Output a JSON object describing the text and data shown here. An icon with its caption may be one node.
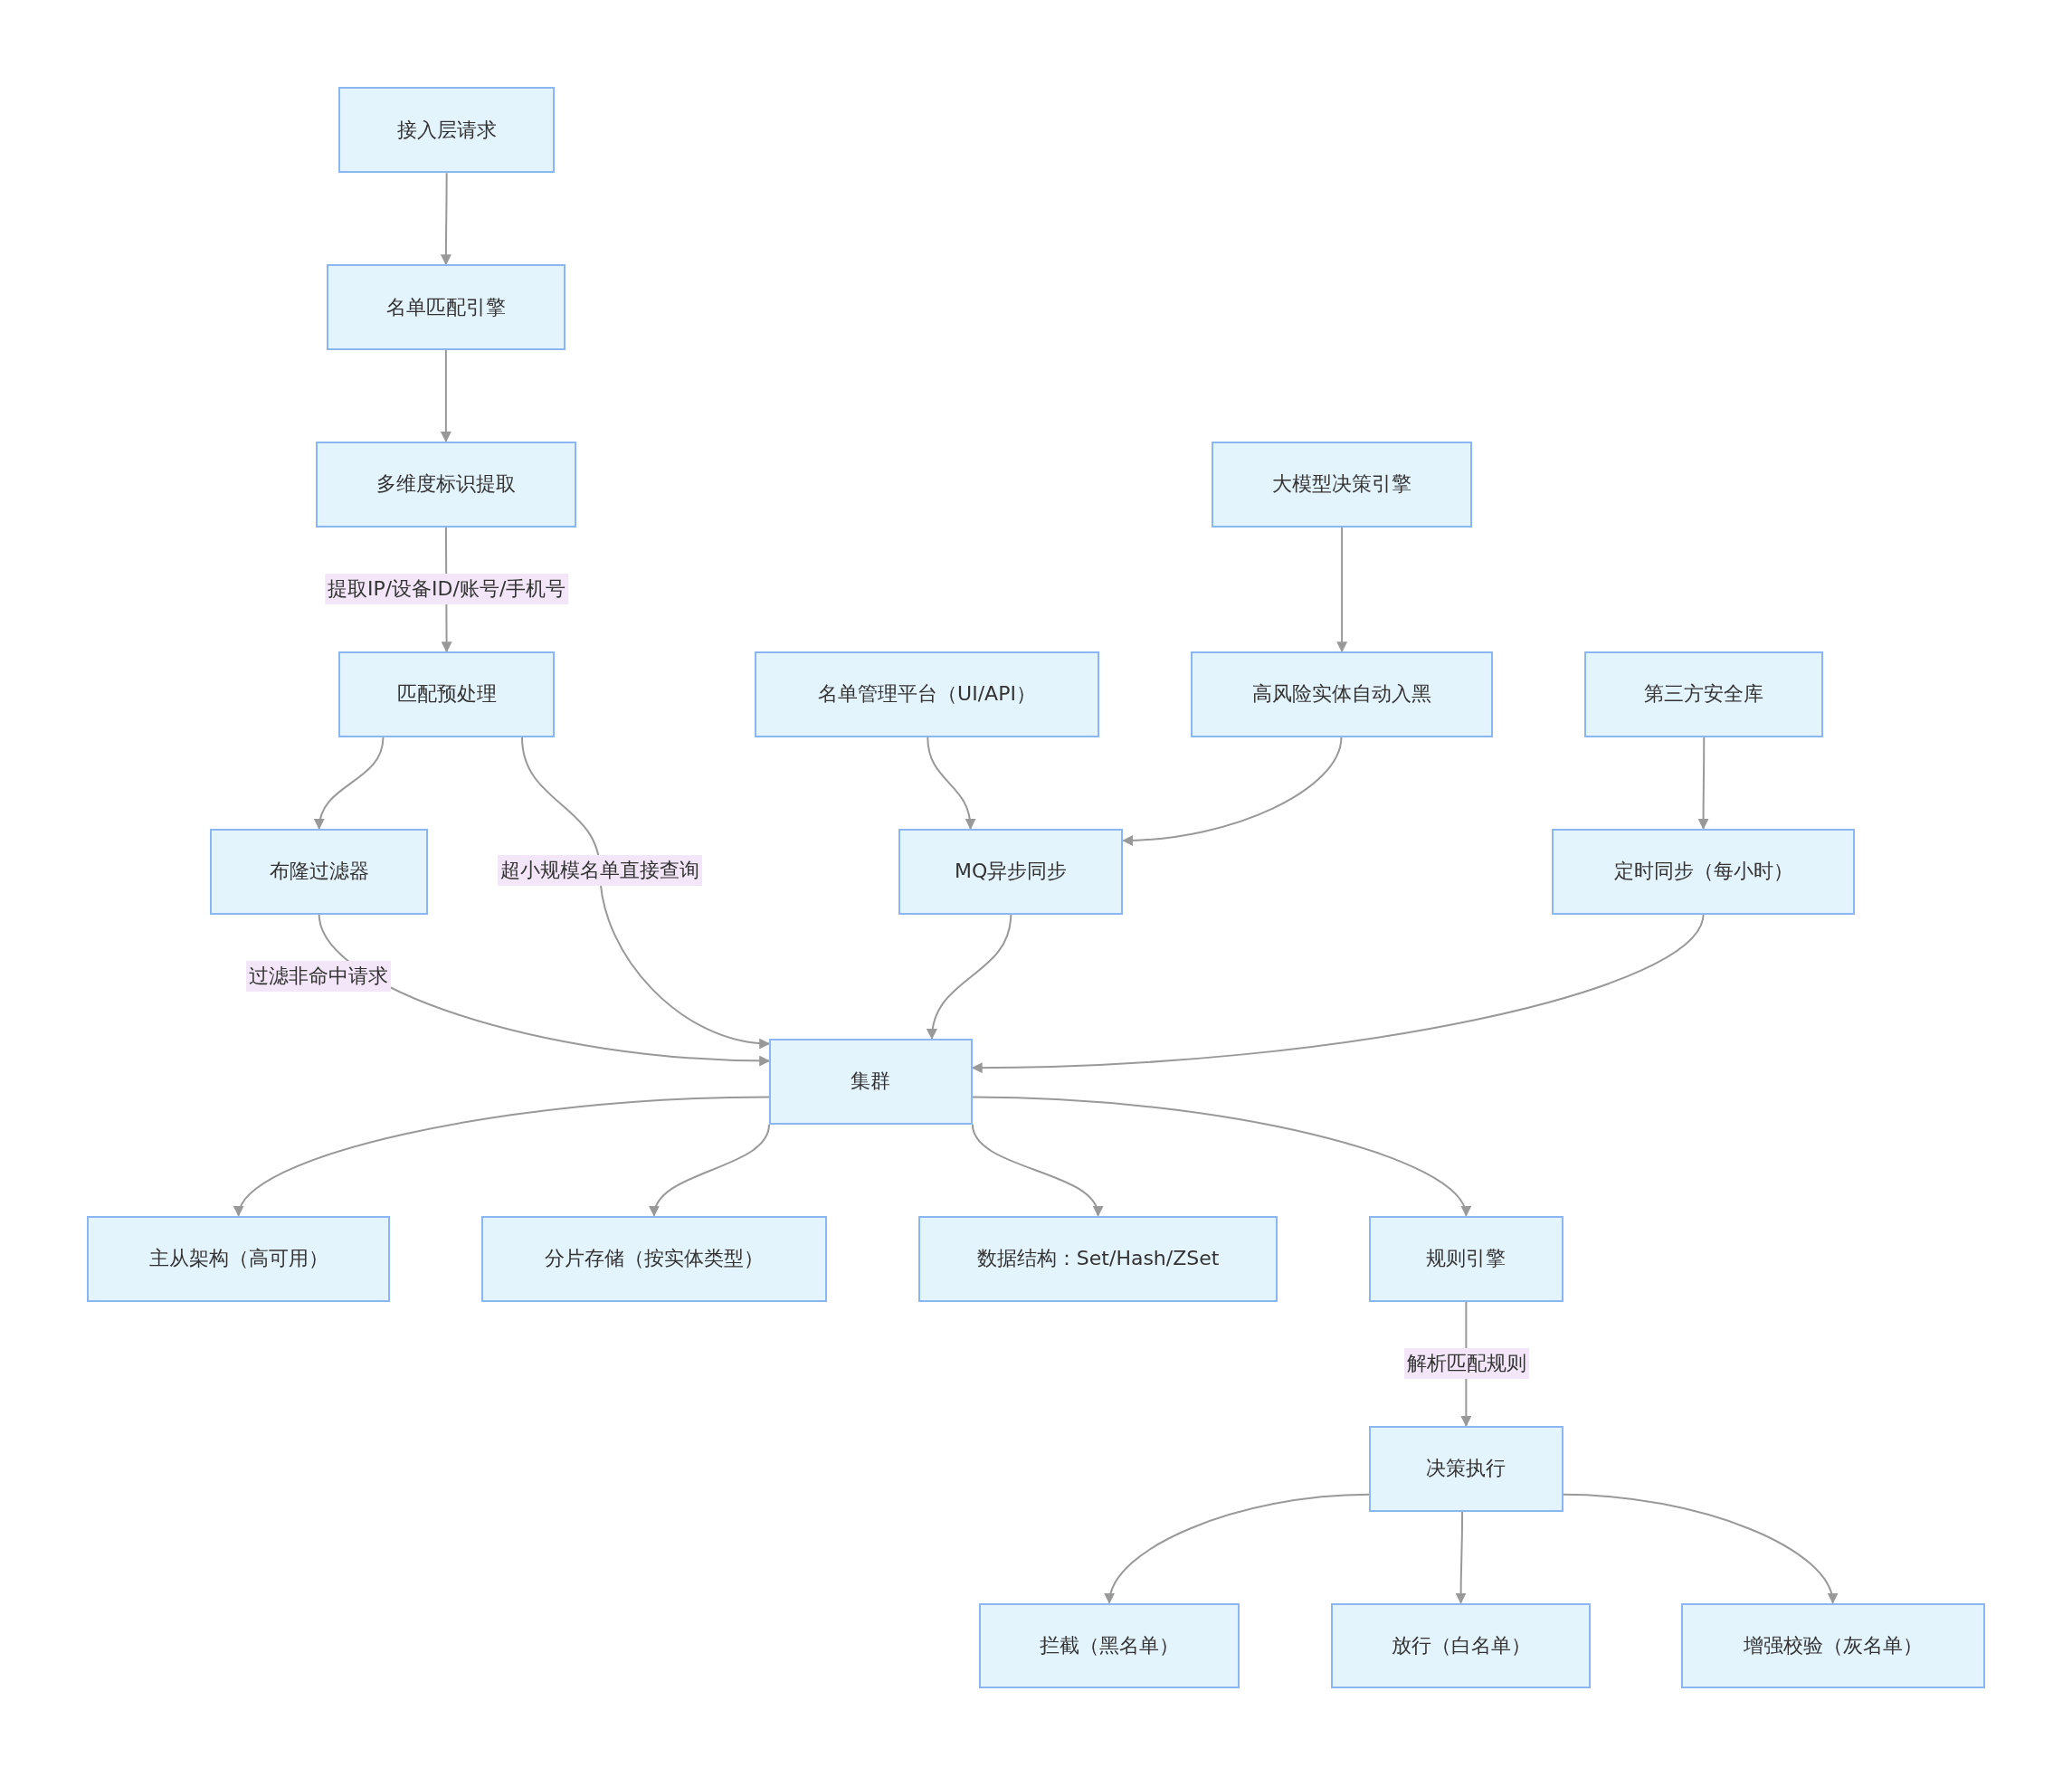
{
  "diagram": {
    "nodes": [
      {
        "text": [
          "接入层请求"
        ]
      },
      {
        "text": [
          "名单匹配引擎"
        ]
      },
      {
        "text": [
          "多维度标识提取"
        ]
      },
      {
        "text": [
          "匹配预处理"
        ]
      },
      {
        "text": [
          "大模型决策引擎"
        ]
      },
      {
        "text": [
          "名单管理平台（UI/API）"
        ]
      },
      {
        "text": [
          "高风险实体自动入黑"
        ]
      },
      {
        "text": [
          "第三方安全库"
        ]
      },
      {
        "text": [
          "布隆过滤器"
        ]
      },
      {
        "text": [
          "MQ异步同步"
        ]
      },
      {
        "text": [
          "定时同步（每小时）"
        ]
      },
      {
        "text": [
          "集群"
        ]
      },
      {
        "text": [
          "主从架构（高可用）"
        ]
      },
      {
        "text": [
          "分片存储（按实体类型）"
        ]
      },
      {
        "text": [
          "数据结构：Set/Hash/ZSet"
        ]
      },
      {
        "text": [
          "规则引擎"
        ]
      },
      {
        "text": [
          "决策执行"
        ]
      },
      {
        "text": [
          "拦截（黑名单）"
        ]
      },
      {
        "text": [
          "放行（白名单）"
        ]
      },
      {
        "text": [
          "增强校验（灰名单）"
        ]
      }
    ],
    "edges": [
      {
        "from": 0,
        "to": 1,
        "arrow": "to"
      },
      {
        "from": 1,
        "to": 2,
        "arrow": "to"
      },
      {
        "from": 2,
        "to": 3,
        "arrow": "to",
        "label": "提取IP/设备ID/账号/手机号"
      },
      {
        "from": 3,
        "to": 8,
        "arrow": "to"
      },
      {
        "from": 3,
        "to": 11,
        "arrow": "to",
        "label": "超小规模名单直接查询"
      },
      {
        "from": 8,
        "to": 11,
        "arrow": "to",
        "label": "过滤非命中请求"
      },
      {
        "from": 5,
        "to": 9,
        "arrow": "to"
      },
      {
        "from": 4,
        "to": 6,
        "arrow": "to"
      },
      {
        "from": 6,
        "to": 9,
        "arrow": "to"
      },
      {
        "from": 9,
        "to": 11,
        "arrow": "to"
      },
      {
        "from": 7,
        "to": 10,
        "arrow": "to"
      },
      {
        "from": 10,
        "to": 11,
        "arrow": "to"
      },
      {
        "from": 11,
        "to": 12,
        "arrow": "to"
      },
      {
        "from": 11,
        "to": 13,
        "arrow": "to"
      },
      {
        "from": 11,
        "to": 14,
        "arrow": "to"
      },
      {
        "from": 11,
        "to": 15,
        "arrow": "to"
      },
      {
        "from": 15,
        "to": 16,
        "arrow": "to",
        "label": "解析匹配规则"
      },
      {
        "from": 16,
        "to": 17,
        "arrow": "to"
      },
      {
        "from": 16,
        "to": 18,
        "arrow": "to"
      },
      {
        "from": 16,
        "to": 19,
        "arrow": "to"
      }
    ]
  }
}
